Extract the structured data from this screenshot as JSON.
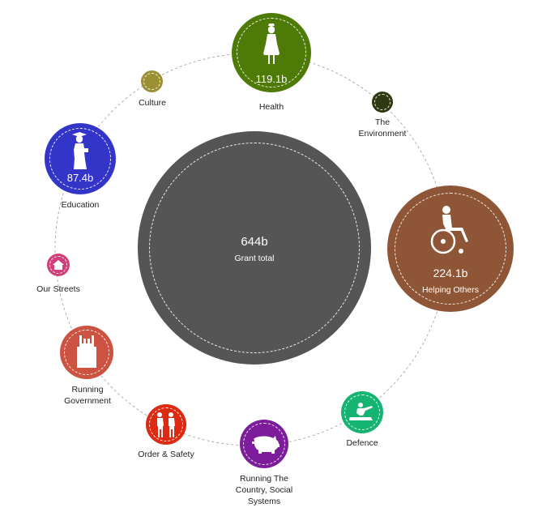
{
  "center": {
    "value": "644b",
    "label": "Grant total",
    "color": "#555555"
  },
  "categories": {
    "health": {
      "value": "119.1b",
      "label": "Health",
      "color": "#4e7a08",
      "icon": "nurse-icon"
    },
    "culture": {
      "label": "Culture",
      "color": "#9a8f32",
      "icon": "culture-icon"
    },
    "environment": {
      "label_lines": [
        "The",
        "Environment"
      ],
      "color": "#2f3a12",
      "icon": "environment-icon"
    },
    "education": {
      "value": "87.4b",
      "label": "Education",
      "color": "#3335c8",
      "icon": "graduate-icon"
    },
    "helping_others": {
      "value": "224.1b",
      "label": "Helping Others",
      "color": "#8e5636",
      "icon": "wheelchair-icon"
    },
    "our_streets": {
      "label": "Our Streets",
      "color": "#d13f7a",
      "icon": "house-icon"
    },
    "running_government": {
      "label_lines": [
        "Running",
        "Government"
      ],
      "color": "#cc5241",
      "icon": "parliament-icon"
    },
    "order_safety": {
      "label": "Order & Safety",
      "color": "#dd2a12",
      "icon": "police-icon"
    },
    "running_country": {
      "label_lines": [
        "Running The",
        "Country, Social",
        "Systems"
      ],
      "color": "#7d1d9c",
      "icon": "pig-icon"
    },
    "defence": {
      "label": "Defence",
      "color": "#16b473",
      "icon": "soldier-icon"
    }
  }
}
